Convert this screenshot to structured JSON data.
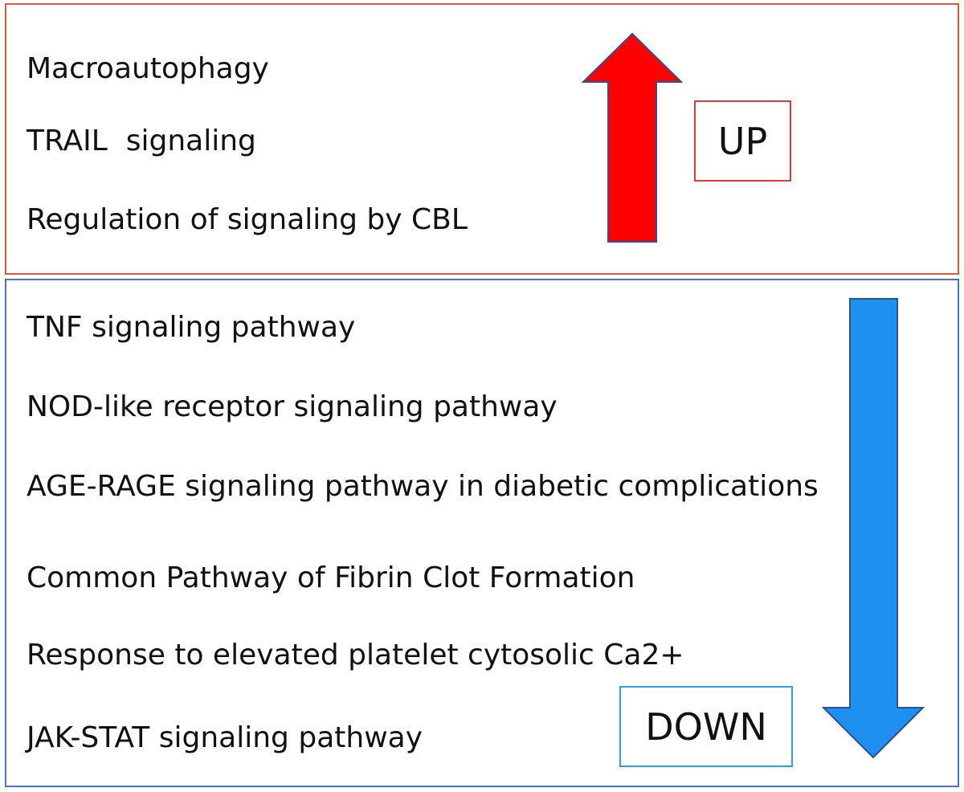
{
  "up_panel": {
    "items": [
      "Macroautophagy",
      "TRAIL  signaling",
      "Regulation of signaling by CBL"
    ],
    "label": "UP",
    "border_color": "#e2583a",
    "arrow_color": "#ff0000",
    "label_border_color": "#e53935"
  },
  "down_panel": {
    "items": [
      "TNF signaling pathway",
      "NOD-like receptor signaling pathway",
      "AGE-RAGE signaling pathway in diabetic complications",
      "Common Pathway of Fibrin Clot Formation",
      "Response to elevated platelet cytosolic Ca2+",
      "JAK-STAT signaling pathway"
    ],
    "label": "DOWN",
    "border_color": "#4a72c4",
    "arrow_color": "#1e90f0",
    "label_border_color": "#29a3e8"
  }
}
